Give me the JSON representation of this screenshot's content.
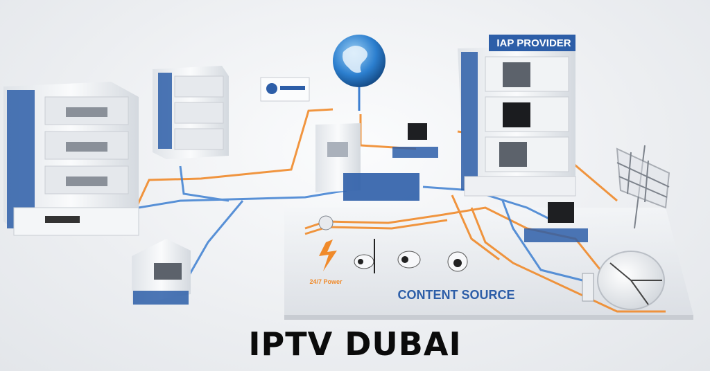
{
  "image": {
    "title_text": "IPTV DUBAI",
    "content_label": "CONTENT SOURCE",
    "isp_label": "IAP PROVIDER",
    "power_label": "24/7 Power",
    "description_tags": [
      "servers",
      "globe-internet",
      "data-center-tower",
      "satellite-dish",
      "antenna",
      "network-cables",
      "cameras",
      "monitors"
    ]
  },
  "colors": {
    "cable_orange": "#f08a2a",
    "cable_blue": "#3d7fd1",
    "label_blue": "#2d5ea8",
    "server_white": "#f7f8fa",
    "shadow_gray": "#c9cdd3"
  }
}
